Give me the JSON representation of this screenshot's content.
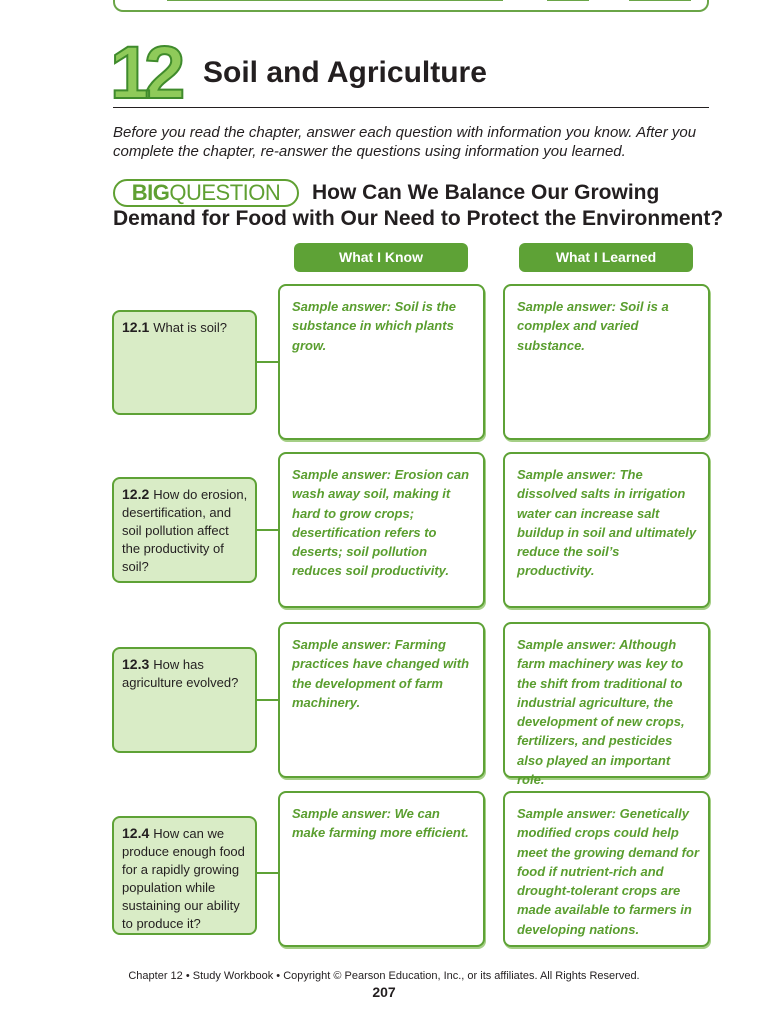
{
  "chapter": {
    "number": "12",
    "title": "Soil and Agriculture"
  },
  "intro": "Before you read the chapter, answer each question with information you know. After you complete the chapter, re-answer the questions using information you learned.",
  "big_question": {
    "logo_bold": "BIG",
    "logo_light": "QUESTION",
    "line1": "How Can We Balance Our Growing",
    "line2": "Demand for Food with Our Need to Protect the Environment?"
  },
  "columns": {
    "know": "What I Know",
    "learned": "What I Learned"
  },
  "rows": [
    {
      "num": "12.1",
      "question": "What is soil?",
      "know": "Sample answer: Soil is the substance in which plants grow.",
      "learned": "Sample answer: Soil is a complex and varied substance."
    },
    {
      "num": "12.2",
      "question": "How do erosion, desertification, and soil pollution affect the productivity of soil?",
      "know": "Sample answer: Erosion can wash away soil, making it hard to grow crops; desertification refers to deserts; soil pollution reduces soil productivity.",
      "learned": "Sample answer: The dissolved salts in irrigation water can increase salt buildup in soil and ultimately reduce the soil’s productivity."
    },
    {
      "num": "12.3",
      "question": "How has agriculture evolved?",
      "know": "Sample answer: Farming practices have changed with the development of farm machinery.",
      "learned": "Sample answer: Although farm machinery was key to the shift from traditional to industrial agriculture, the development of new crops, fertilizers, and pesticides also played an important role."
    },
    {
      "num": "12.4",
      "question": "How can we produce enough food for a rapidly growing population while sustaining our ability to produce it?",
      "know": "Sample answer: We can make farming more efficient.",
      "learned": "Sample answer: Genetically modified crops could help meet the growing demand for food if nutrient-rich and drought-tolerant crops are made available to farmers in developing nations."
    }
  ],
  "footer": "Chapter 12 • Study Workbook • Copyright © Pearson Education, Inc., or its affiliates. All Rights Reserved.",
  "page_number": "207"
}
